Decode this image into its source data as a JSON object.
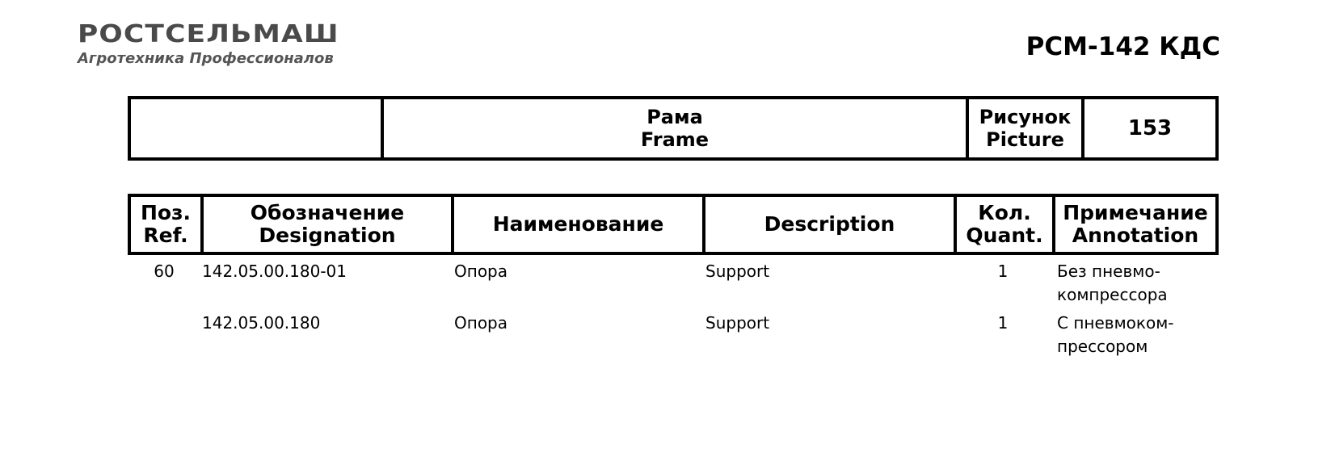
{
  "header": {
    "logo_name": "РОСТСЕЛЬМАШ",
    "logo_tagline": "Агротехника Профессионалов",
    "model": "РСМ-142 КДС"
  },
  "title_block": {
    "name_ru": "Рама",
    "name_en": "Frame",
    "picture_ru": "Рисунок",
    "picture_en": "Picture",
    "picture_number": "153"
  },
  "table": {
    "headers": {
      "ref_ru": "Поз.",
      "ref_en": "Ref.",
      "designation_ru": "Обозначение",
      "designation_en": "Designation",
      "name_ru": "Наименование",
      "description": "Description",
      "quant_ru": "Кол.",
      "quant_en": "Quant.",
      "annotation_ru": "Примечание",
      "annotation_en": "Annotation"
    },
    "rows": [
      {
        "ref": "60",
        "designation": "142.05.00.180-01",
        "name": "Опора",
        "description": "Support",
        "quantity": "1",
        "annotation_line1": "Без пневмо-",
        "annotation_line2": "компрессора"
      },
      {
        "ref": "",
        "designation": "142.05.00.180",
        "name": "Опора",
        "description": "Support",
        "quantity": "1",
        "annotation_line1": "С пневмоком-",
        "annotation_line2": "прессором"
      }
    ]
  }
}
